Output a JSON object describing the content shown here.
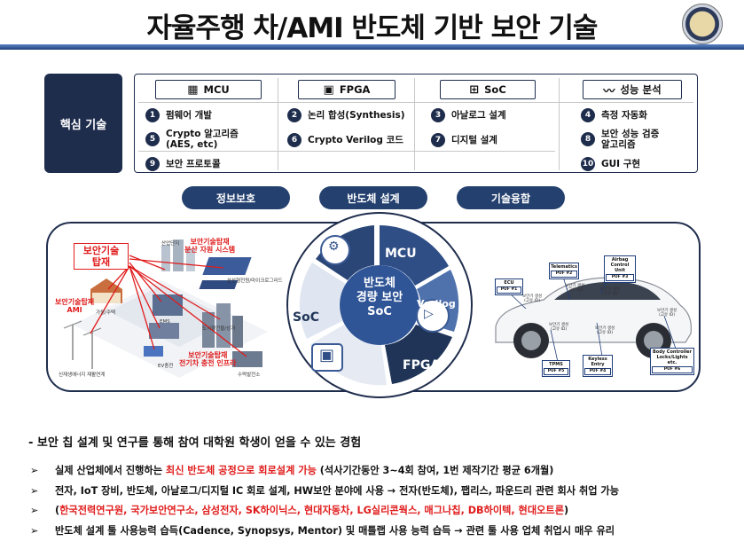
{
  "title": "자율주행 차/AMI 반도체 기반 보안 기술",
  "core_label": "핵심 기술",
  "columns": [
    {
      "name": "MCU",
      "icon": "chip-icon"
    },
    {
      "name": "FPGA",
      "icon": "fpga-icon"
    },
    {
      "name": "SoC",
      "icon": "soc-icon"
    },
    {
      "name": "성능 분석",
      "icon": "waveform-icon"
    }
  ],
  "items": [
    {
      "num": "1",
      "label": "펌웨어 개발"
    },
    {
      "num": "2",
      "label": "논리 합성(Synthesis)"
    },
    {
      "num": "3",
      "label": "아날로그 설계"
    },
    {
      "num": "4",
      "label": "측정 자동화"
    },
    {
      "num": "5",
      "label": "Crypto 알고리즘\n(AES, etc)"
    },
    {
      "num": "6",
      "label": "Crypto Verilog 코드"
    },
    {
      "num": "7",
      "label": "디지털 설계"
    },
    {
      "num": "8",
      "label": "보안 성능 검증\n알고리즘"
    },
    {
      "num": "9",
      "label": "보안 프로토콜"
    },
    {
      "num": "10",
      "label": "GUI 구현"
    }
  ],
  "pills": [
    "정보보호",
    "반도체 설계",
    "기술융합"
  ],
  "city": {
    "main_box": "보안기술\n탑재",
    "red_labels": [
      "보안기술탑재\n분산 자원 시스템",
      "보안기술탑재\nAMI",
      "보안기술탑재\n전기차 충전 인프라"
    ],
    "tiny_labels": [
      "산업단지",
      "분산형전원/마이크로그리드",
      "가정/주택",
      "EMS",
      "도시형건물/상가",
      "EV충전",
      "신재생에너지 재활연계",
      "수력발전소"
    ]
  },
  "wheel": {
    "center": "반도체\n경량 보안\nSoC",
    "segments": [
      "MCU",
      "Verilog",
      "FPGA",
      "SoC"
    ]
  },
  "car": {
    "tags": [
      {
        "name": "ECU",
        "puf": "PUF #1"
      },
      {
        "name": "Telematics",
        "puf": "PUF #2"
      },
      {
        "name": "Airbag\nControl Unit",
        "puf": "PUF #3"
      },
      {
        "name": "Keyless\nEntry",
        "puf": "PUF #4"
      },
      {
        "name": "TPMS",
        "puf": "PUF #5"
      },
      {
        "name": "Body Controller\nLocks/Lights etc.",
        "puf": "PUF #6"
      }
    ],
    "sensors": [
      "보안기 생성\n(고유 ID)",
      "보안기 생성\n(고유 ID)",
      "보안기 생성\n(고유 ID)",
      "보안기 생성\n(고유 ID)",
      "보안기 생성\n(고유 ID)",
      "보안기 생성\n(고유 ID)"
    ]
  },
  "experience": "- 보안 칩 설계 및 연구를 통해 참여 대학원 학생이 얻을 수 있는 경험",
  "bullets": {
    "arrow": "➢",
    "b1_a": "실제 산업체에서 진행하는 ",
    "b1_red": "최신 반도체 공정으로 회로설계 가능",
    "b1_b": " (석사기간동안 3~4회 참여, 1번 제작기간 평균 6개월)",
    "b2": "전자, IoT 장비, 반도체, 아날로그/디지털 IC 회로 설계, HW보안 분야에 사용 → 전자(반도체), 팹리스, 파운드리 관련 회사 취업 가능",
    "b3_a": "(",
    "b3_red": "한국전력연구원, 국가보안연구소, 삼성전자, SK하이닉스, 현대자동차, LG실리콘웍스, 매그나칩, DB하이텍, 현대오트론",
    "b3_b": ")",
    "b4": "반도체 설계 툴 사용능력 습득(Cadence, Synopsys, Mentor) 및 매틀랩 사용 능력 습득 → 관련 툴 사용 업체 취업시 매우 유리"
  },
  "colors": {
    "navy": "#1f2d4d",
    "pill": "#24406f",
    "red": "#e01b1b",
    "wheel_dark": "#1f3457",
    "wheel_mid": "#2f4e86",
    "wheel_light": "#e6ebf3"
  }
}
